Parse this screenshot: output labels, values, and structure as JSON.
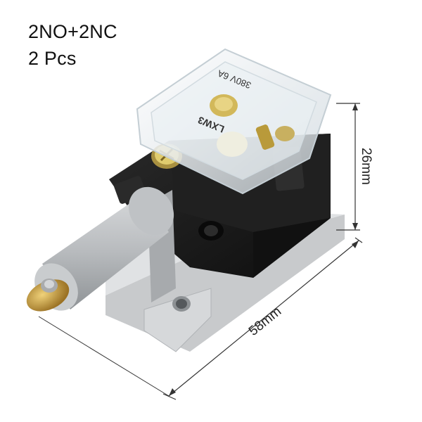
{
  "captions": {
    "contact_config": "2NO+2NC",
    "quantity": "2 Pcs"
  },
  "product": {
    "cover_print_voltage": "380V 6A",
    "cover_print_model": "LXW3"
  },
  "dimensions": {
    "height_label": "26mm",
    "length_label": "58mm"
  },
  "colors": {
    "body": "#1b1b1b",
    "base": "#d4d6d8",
    "roller_arm": "#b9bcbf",
    "roller": "#c79a3a",
    "screw": "#d8c46a",
    "cover": "#eef3f6",
    "dimension_line": "#333333"
  }
}
